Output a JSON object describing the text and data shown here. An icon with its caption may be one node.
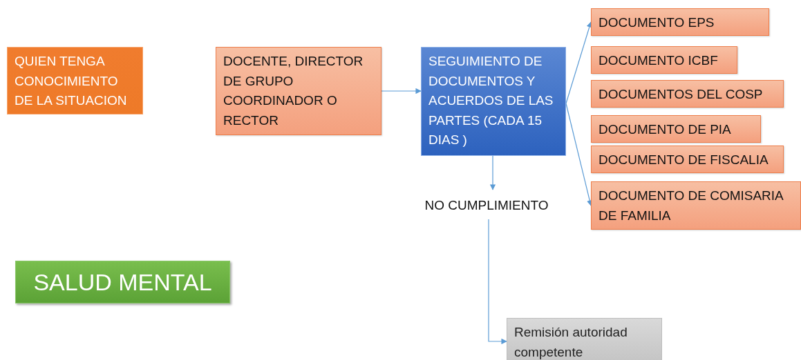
{
  "diagram": {
    "nodes": [
      {
        "text": [
          "QUIEN TENGA CONOCIMIENTO DE LA SITUACION"
        ]
      },
      {
        "text": [
          "DOCENTE, DIRECTOR DE GRUPO COORDINADOR O RECTOR"
        ]
      },
      {
        "text": [
          "SEGUIMIENTO DE DOCUMENTOS Y ACUERDOS DE LAS PARTES  (CADA 15 DIAS )"
        ]
      },
      {
        "text": [
          "DOCUMENTO EPS"
        ]
      },
      {
        "text": [
          "DOCUMENTO ICBF"
        ]
      },
      {
        "text": [
          "DOCUMENTOS DEL COSP"
        ]
      },
      {
        "text": [
          "DOCUMENTO DE PIA"
        ]
      },
      {
        "text": [
          "DOCUMENTO DE FISCALIA"
        ]
      },
      {
        "text": [
          "DOCUMENTO DE COMISARIA DE FAMILIA"
        ]
      },
      {
        "text": [
          "NO CUMPLIMIENTO"
        ]
      },
      {
        "text": [
          "SALUD MENTAL"
        ]
      },
      {
        "text": [
          "Remisión autoridad competente"
        ]
      }
    ],
    "edges": [
      {
        "from": 1,
        "to": 2,
        "arrow": "to"
      },
      {
        "from": 2,
        "to": 3,
        "arrow": "to"
      },
      {
        "from": 2,
        "to": 8,
        "arrow": "to"
      },
      {
        "from": 2,
        "to": 9,
        "arrow": "to"
      },
      {
        "from": 9,
        "to": 11,
        "arrow": "to"
      }
    ]
  }
}
